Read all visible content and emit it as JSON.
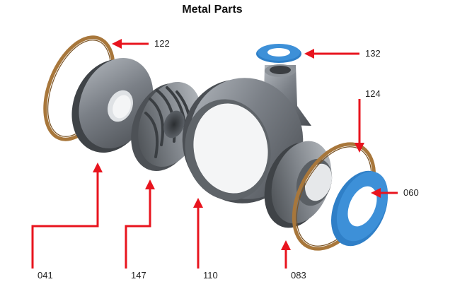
{
  "title": "Metal Parts",
  "colors": {
    "arrow": "#e8141e",
    "metal_dark": "#555a60",
    "metal_light": "#a2a7ad",
    "gasket_brown": "#a8773b",
    "seal_blue": "#2f7fc7"
  },
  "part_labels": {
    "p122": "122",
    "p132": "132",
    "p124": "124",
    "p060": "060",
    "p041": "041",
    "p147": "147",
    "p110": "110",
    "p083": "083"
  }
}
